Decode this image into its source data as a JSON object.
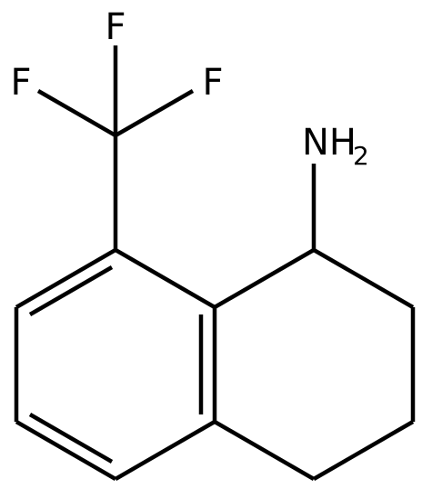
{
  "structure": {
    "atoms": {
      "fluorine_top": "F",
      "fluorine_left": "F",
      "fluorine_right": "F",
      "amine": "NH",
      "amine_subscript": "2"
    }
  }
}
